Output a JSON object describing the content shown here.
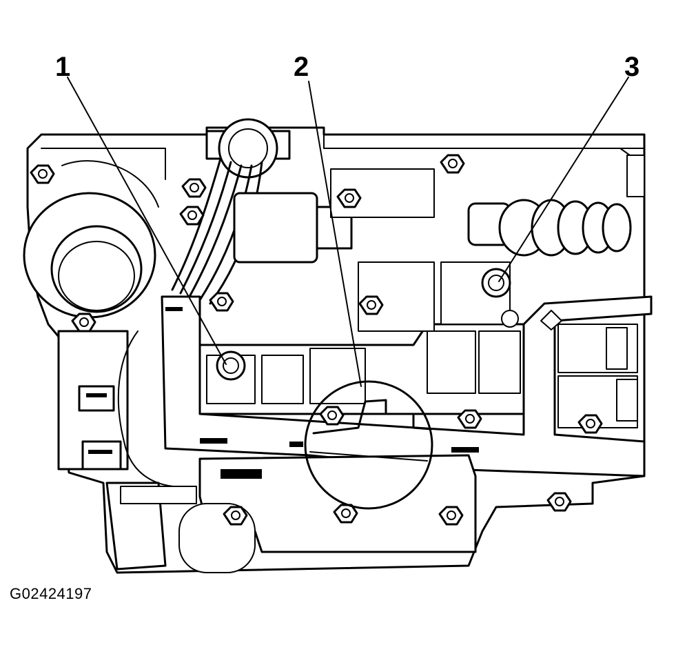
{
  "callouts": [
    {
      "id": "1",
      "label": "1"
    },
    {
      "id": "2",
      "label": "2"
    },
    {
      "id": "3",
      "label": "3"
    }
  ],
  "figure_id": "G02424197"
}
